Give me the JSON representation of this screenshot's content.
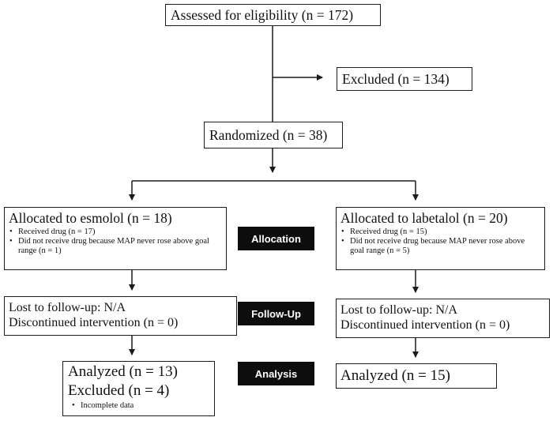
{
  "nodes": {
    "assessed": "Assessed for eligibility (n = 172)",
    "excluded": "Excluded (n = 134)",
    "randomized": "Randomized (n = 38)",
    "esmolol": {
      "title": "Allocated to esmolol (n = 18)",
      "bullets": [
        "Received drug (n = 17)",
        "Did not receive drug because MAP never rose above goal range (n = 1)"
      ]
    },
    "labetalol": {
      "title": "Allocated to labetalol (n = 20)",
      "bullets": [
        "Received drug (n = 15)",
        "Did not receive drug because MAP never rose above goal range (n = 5)"
      ]
    },
    "followup_left": {
      "line1": "Lost to follow-up: N/A",
      "line2": "Discontinued intervention (n = 0)"
    },
    "followup_right": {
      "line1": "Lost to follow-up: N/A",
      "line2": "Discontinued intervention (n = 0)"
    },
    "analysis_left": {
      "analyzed": "Analyzed (n = 13)",
      "excluded": "Excluded (n = 4)",
      "bullets": [
        "Incomplete data"
      ]
    },
    "analysis_right": "Analyzed (n = 15)"
  },
  "stages": {
    "allocation": "Allocation",
    "followup": "Follow-Up",
    "analysis": "Analysis"
  },
  "colors": {
    "stage_bg": "#0d0d0d",
    "stage_text": "#ffffff",
    "line": "#1a1a1a"
  }
}
